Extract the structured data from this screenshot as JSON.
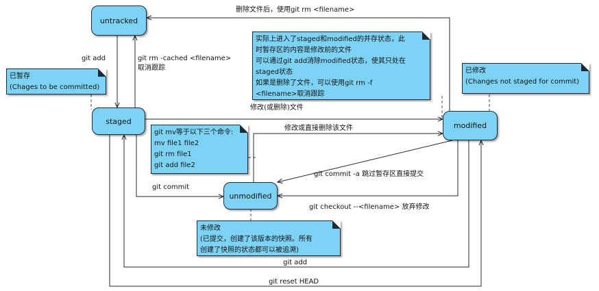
{
  "states": {
    "untracked": "untracked",
    "staged": "staged",
    "modified": "modified",
    "unmodified": "unmodified"
  },
  "notes": {
    "staged_note": [
      "已暂存",
      "(Chages to be committed)"
    ],
    "modified_note": [
      "已修改",
      "(Changes not staged for commit)"
    ],
    "mv_note": [
      "git mv等于以下三个命令:",
      "mv file1 file2",
      "git rm file1",
      "git add file2"
    ],
    "staged_modified_note": [
      "实际上进入了staged和modified的并存状态，此",
      "时暂存区的内容是修改前的文件",
      "可以通过git add消除modified状态，使其只处在",
      "staged状态",
      "如果是删除了文件，可以使用git rm -f",
      "<filename>取消跟踪"
    ],
    "unmodified_note": [
      "未修改",
      "(已提交，创建了该版本的快照。所有",
      "创建了快照的状态都可以被追溯)"
    ]
  },
  "labels": {
    "git_add_top": "git add",
    "git_rm_cached": "git rm -cached <filename>",
    "cancel_tracking": "取消跟踪",
    "delete_then_rm": "删除文件后，使用git rm <filename>",
    "modify_or_delete": "修改(或删除)文件",
    "modify_or_delete_direct": "修改或直接删除该文件",
    "git_commit": "git commit",
    "git_commit_a": "git commit -a 跳过暂存区直接提交",
    "git_checkout": "git checkout --<filename>  放弃修改",
    "git_add_bottom": "git add",
    "git_reset_head": "git reset HEAD"
  },
  "colors": {
    "node_fill": "#7dd3f5",
    "stroke": "#1e2a36"
  }
}
